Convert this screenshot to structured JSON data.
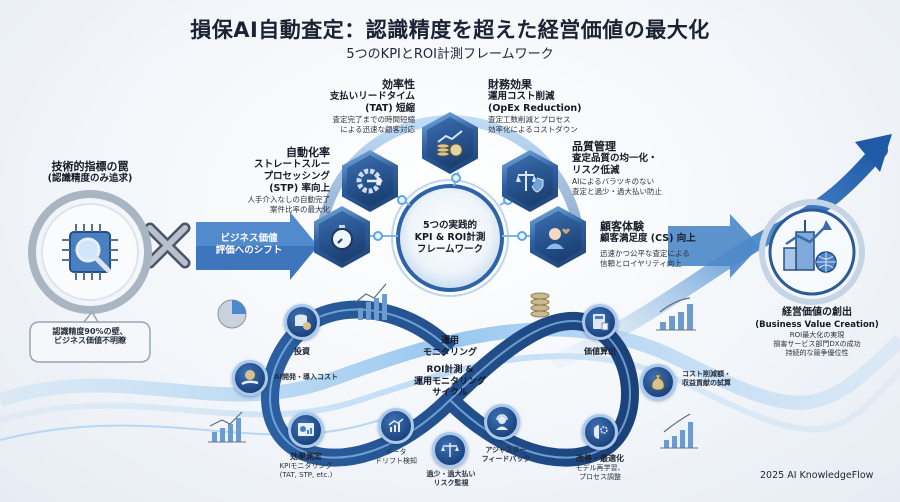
{
  "header": {
    "title": "損保AI自動査定：認識精度を超えた経営価値の最大化",
    "subtitle": "5つのKPIとROI計測フレームワーク"
  },
  "left": {
    "heading": "技術的指標の罠",
    "subheading": "(認識精度のみ追求)",
    "callout_line1": "認識精度90%の壁、",
    "callout_line2": "ビジネス価値不明瞭",
    "icon": "chip-magnifier-icon",
    "cross_icon": "x-mark-icon"
  },
  "shift_arrow": {
    "line1": "ビジネス価値",
    "line2": "評価へのシフト"
  },
  "center_hub": {
    "line1": "5つの実践的",
    "line2": "KPI & ROI計測",
    "line3": "フレームワーク"
  },
  "kpis": [
    {
      "id": "efficiency",
      "title": "効率性",
      "sub1": "支払いリードタイム",
      "sub2": "(TAT) 短縮",
      "desc1": "査定完了までの時間短縮",
      "desc2": "による迅速な顧客対応",
      "icon": "stopwatch-icon"
    },
    {
      "id": "automation",
      "title": "自動化率",
      "sub1": "ストレートスルー",
      "sub2": "プロセッシング",
      "sub3": "(STP) 率向上",
      "desc1": "人手介入なしの自動完了",
      "desc2": "案件比率の最大化",
      "icon": "gear-arrow-icon"
    },
    {
      "id": "financial",
      "title": "財務効果",
      "sub1": "運用コスト削減",
      "sub2": "(OpEx Reduction)",
      "desc1": "査定工数削減とプロセス",
      "desc2": "効率化によるコストダウン",
      "icon": "coins-growth-icon"
    },
    {
      "id": "quality",
      "title": "品質管理",
      "sub1": "査定品質の均一化・",
      "sub2": "リスク低減",
      "desc1": "AIによるバラツキのない",
      "desc2": "査定と過少・過大払い防止",
      "icon": "scales-shield-icon"
    },
    {
      "id": "cx",
      "title": "顧客体験",
      "sub1": "顧客満足度 (CS) 向上",
      "desc1": "迅速かつ公平な査定による",
      "desc2": "信頼とロイヤリティ向上",
      "icon": "customer-heart-icon"
    }
  ],
  "right": {
    "heading": "経営価値の創出",
    "subheading": "(Business Value Creation)",
    "line1": "ROI最大化の実現",
    "line2": "損害サービス部門DXの成功",
    "line3": "持続的な競争優位性",
    "icon": "building-globe-growth-icon"
  },
  "cycle": {
    "center_line1": "運用",
    "center_line2": "モニタリング",
    "center_line3": "ROI計測 &",
    "center_line4": "運用モニタリング",
    "center_line5": "サイクル",
    "steps": [
      {
        "label": "投資",
        "icon": "database-coin-icon"
      },
      {
        "label": "AI開発・導入コスト",
        "icon": "hand-coin-icon"
      },
      {
        "label": "効果測定",
        "sub1": "KPIモニタリング",
        "sub2": "(TAT, STP, etc.)",
        "icon": "dashboard-icon"
      },
      {
        "label1": "データ",
        "label2": "ドリフト検知",
        "icon": "chart-icon"
      },
      {
        "label1": "過少・過大払い",
        "label2": "リスク監視",
        "icon": "scales-icon"
      },
      {
        "label1": "アジャスター",
        "label2": "フィードバック",
        "icon": "headset-person-icon"
      },
      {
        "label": "改善・最適化",
        "sub1": "モデル再学習、",
        "sub2": "プロセス調整",
        "icon": "brain-gear-icon"
      },
      {
        "label": "価値算出",
        "icon": "calculator-icon"
      },
      {
        "label1": "コスト削減額・",
        "label2": "収益貢献の試算",
        "icon": "money-bag-icon"
      }
    ]
  },
  "footer": {
    "credit": "2025 AI KnowledgeFlow"
  }
}
